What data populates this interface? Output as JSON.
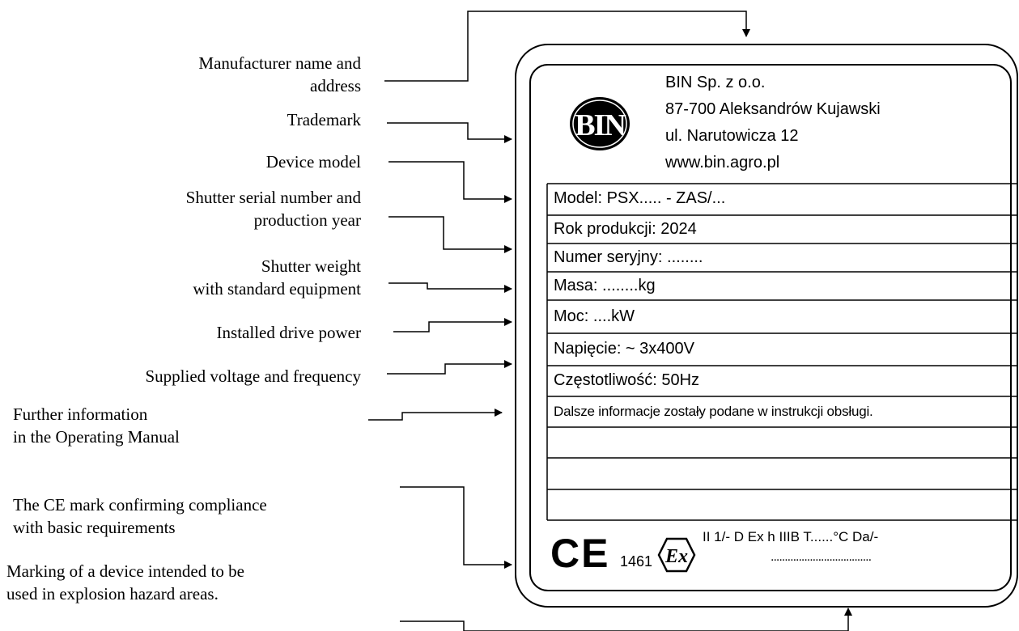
{
  "callouts": {
    "manufacturer": [
      "Manufacturer name and",
      "address"
    ],
    "trademark": "Trademark",
    "model": "Device model",
    "serial": [
      "Shutter serial number and",
      "production year"
    ],
    "weight": [
      "Shutter weight",
      "with standard equipment"
    ],
    "power": "Installed drive power",
    "voltage": "Supplied voltage and frequency",
    "further": [
      "Further information",
      "in the Operating Manual"
    ],
    "ce": [
      "The CE mark confirming compliance",
      "with basic requirements"
    ],
    "atex": [
      "Marking of a device intended to be",
      "used in explosion hazard areas."
    ]
  },
  "plate": {
    "logo_text": "BIN",
    "address": [
      "BIN Sp. z o.o.",
      "87-700 Aleksandrów Kujawski",
      "ul. Narutowicza 12",
      "www.bin.agro.pl"
    ],
    "rows": [
      "Model: PSX..... - ZAS/...",
      "Rok produkcji: 2024",
      "Numer seryjny: ........",
      "Masa: ........kg",
      "Moc: ....kW",
      "Napięcie: ~ 3x400V",
      "Częstotliwość: 50Hz",
      "Dalsze informacje zostały podane w instrukcji obsługi.",
      "",
      "",
      ""
    ],
    "ce_mark": "CE",
    "ce_number": "1461",
    "ex_symbol": "Ex",
    "ex_marking": "II 1/- D  Ex h IIIB T......°C Da/-",
    "ex_dots": "...................................."
  }
}
